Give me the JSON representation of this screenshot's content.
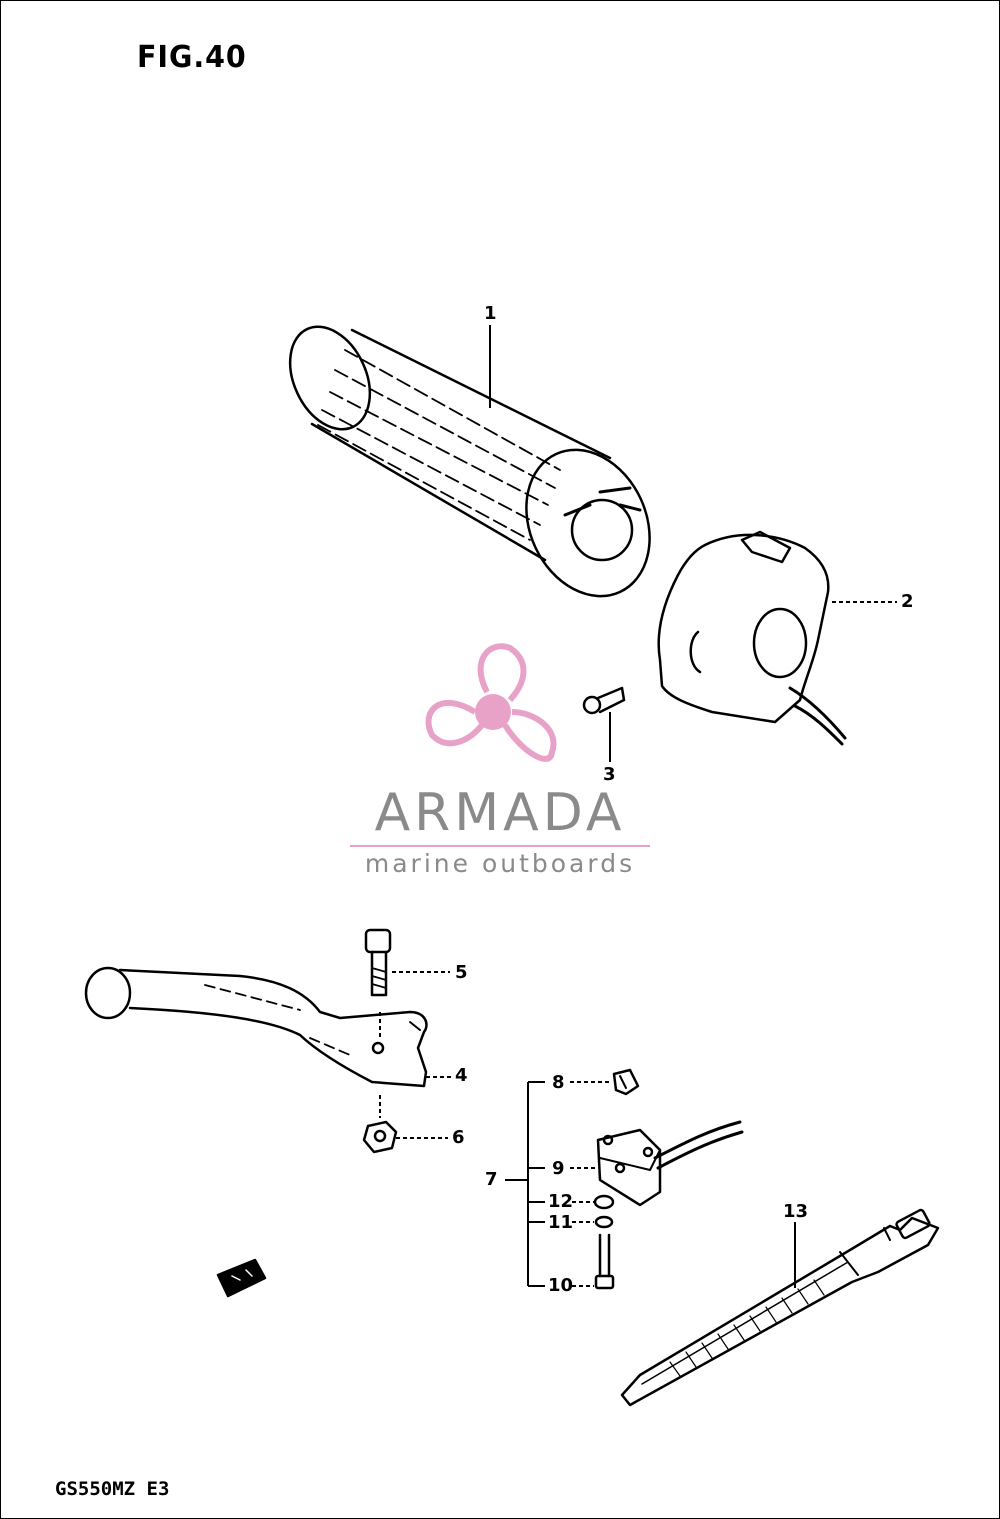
{
  "figure": {
    "title": "FIG.40",
    "model_code": "GS550MZ  E3"
  },
  "watermark": {
    "name": "ARMADA",
    "tagline": "marine outboards",
    "accent_color": "#e8a2c8",
    "text_color": "#8a8a8a"
  },
  "callouts": {
    "c1": "1",
    "c2": "2",
    "c3": "3",
    "c4": "4",
    "c5": "5",
    "c6": "6",
    "c7": "7",
    "c8": "8",
    "c9": "9",
    "c10": "10",
    "c11": "11",
    "c12": "12",
    "c13": "13"
  },
  "parts": [
    {
      "id": "1",
      "shape": "handlebar-grip"
    },
    {
      "id": "2",
      "shape": "switch-housing"
    },
    {
      "id": "3",
      "shape": "screw"
    },
    {
      "id": "4",
      "shape": "clutch-lever"
    },
    {
      "id": "5",
      "shape": "pivot-bolt"
    },
    {
      "id": "6",
      "shape": "nut"
    },
    {
      "id": "7",
      "shape": "clutch-switch-assembly"
    },
    {
      "id": "8",
      "shape": "switch-plate"
    },
    {
      "id": "9",
      "shape": "switch-with-cable"
    },
    {
      "id": "10",
      "shape": "screw"
    },
    {
      "id": "11",
      "shape": "lock-washer"
    },
    {
      "id": "12",
      "shape": "washer"
    },
    {
      "id": "13",
      "shape": "cable-tie"
    }
  ]
}
